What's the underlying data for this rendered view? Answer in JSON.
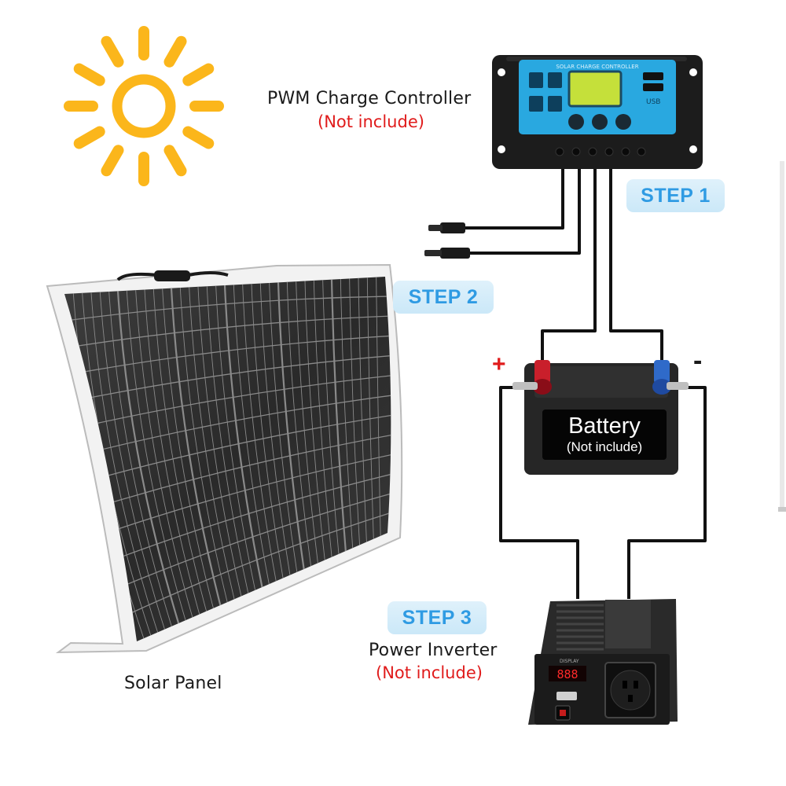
{
  "controller": {
    "name": "PWM Charge Controller",
    "note": "(Not include)",
    "panel_title": "SOLAR CHARGE CONTROLLER",
    "usb_label": "USB"
  },
  "battery": {
    "title": "Battery",
    "note": "(Not include)",
    "plus": "+",
    "minus": "-"
  },
  "inverter": {
    "name": "Power Inverter",
    "note": "(Not include)",
    "display_label": "DISPLAY",
    "readout": "888"
  },
  "panel": {
    "name": "Solar Panel"
  },
  "steps": [
    {
      "label": "STEP 1"
    },
    {
      "label": "STEP 2"
    },
    {
      "label": "STEP 3"
    }
  ],
  "colors": {
    "sun": "#fbb61b",
    "step_text": "#2f9be3",
    "note_red": "#e01b1b",
    "controller_screen": "#29a8e0",
    "lcd": "#c5e03a",
    "wire": "#111111"
  },
  "icons": {
    "sun": "sun-icon",
    "controller": "charge-controller-icon",
    "battery": "battery-icon",
    "inverter": "inverter-icon",
    "panel": "solar-panel-icon"
  }
}
